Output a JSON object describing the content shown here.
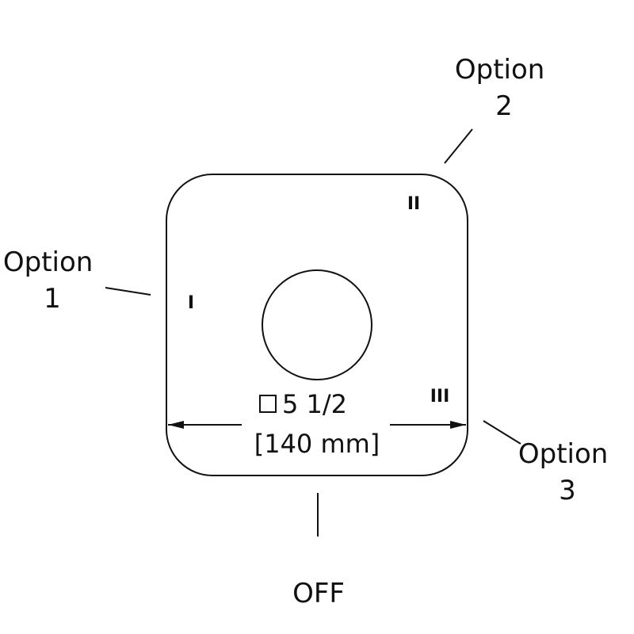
{
  "labels": {
    "option1": [
      "Option",
      "1"
    ],
    "option2": [
      "Option",
      "2"
    ],
    "option3": [
      "Option",
      "3"
    ],
    "off": "OFF"
  },
  "marks": {
    "one": "I",
    "two": "II",
    "three": "III"
  },
  "dimension": {
    "size": "5 1/2",
    "metric": "[140 mm]"
  },
  "colors": {
    "stroke": "#111111",
    "background": "#ffffff"
  }
}
